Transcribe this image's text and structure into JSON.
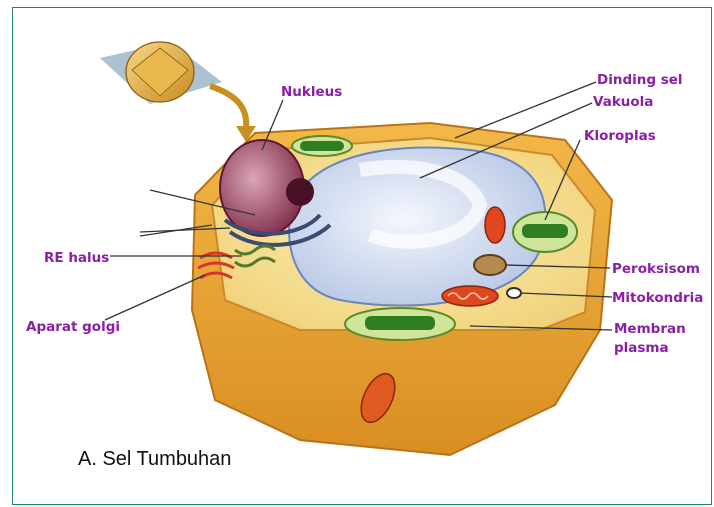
{
  "caption": "A. Sel Tumbuhan",
  "labels": {
    "nukleus": "Nukleus",
    "dinding_sel": "Dinding sel",
    "vakuola": "Vakuola",
    "kloroplas": "Kloroplas",
    "re_halus": "RE halus",
    "aparat_golgi": "Aparat golgi",
    "peroksisom": "Peroksisom",
    "mitokondria": "Mitokondria",
    "membran_1": "Membran",
    "membran_2": "plasma"
  },
  "colors": {
    "label": "#8a1fa8",
    "frame": "#1f8a55",
    "cell_wall": "#e9a63a",
    "cytoplasm": "#f6e29a",
    "vacuole": "#cfd9ee",
    "nucleus": "#9b3a5c",
    "chloroplast": "#3f8f2a"
  }
}
